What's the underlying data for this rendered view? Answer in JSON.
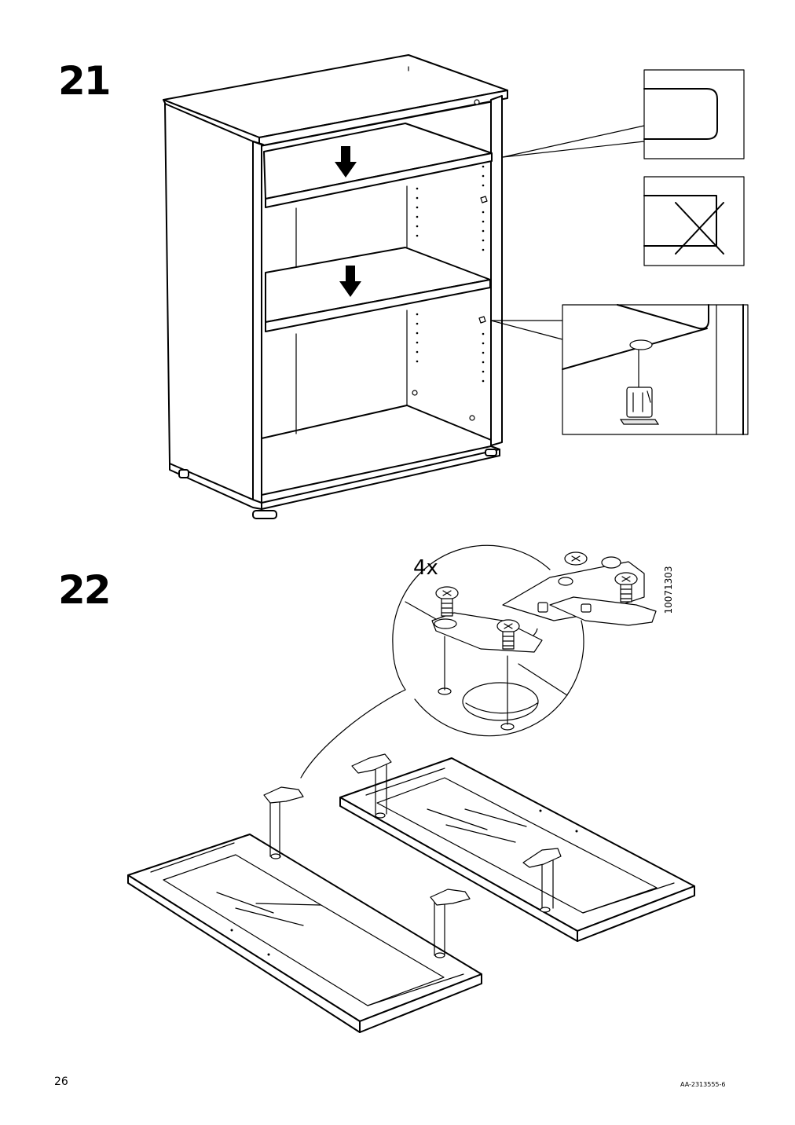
{
  "steps": [
    {
      "number": "21"
    },
    {
      "number": "22"
    }
  ],
  "step22": {
    "quantity": "4x",
    "part_number": "10071303"
  },
  "footer": {
    "page_number": "26",
    "document_code": "AA-2313555-6"
  }
}
